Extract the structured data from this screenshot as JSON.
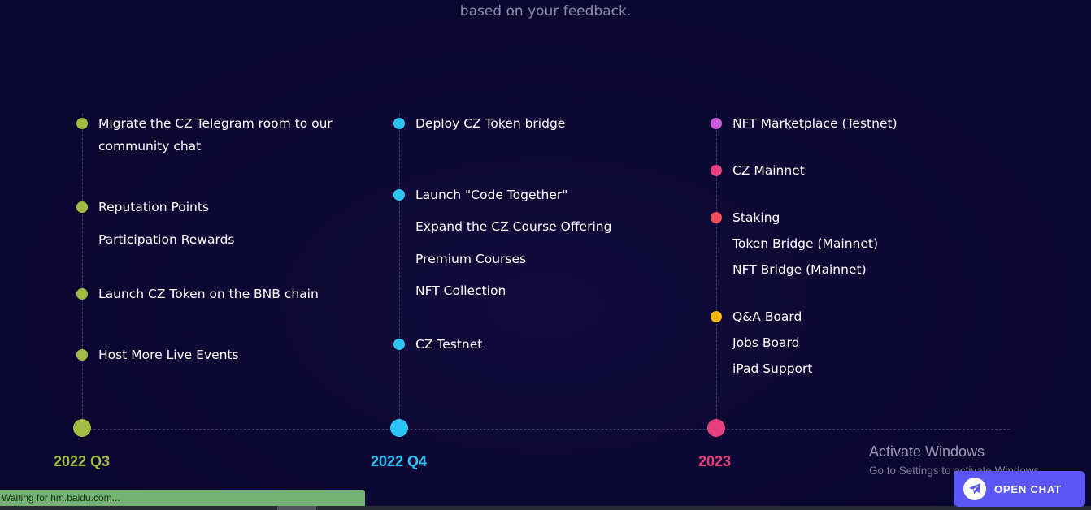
{
  "header": {
    "subtitle": "based on your feedback."
  },
  "timeline": {
    "columns": [
      {
        "label": "2022 Q3",
        "color": "#a2bb41",
        "groups": [
          {
            "dot_color": "#a2bb41",
            "lines": [
              "Migrate the CZ Telegram room to our",
              "community chat"
            ]
          },
          {
            "dot_color": "#a2bb41",
            "lines": [
              "Reputation Points",
              "Participation Rewards"
            ]
          },
          {
            "dot_color": "#a2bb41",
            "lines": [
              "Launch CZ Token on the BNB chain"
            ]
          },
          {
            "dot_color": "#a2bb41",
            "lines": [
              "Host More Live Events"
            ]
          }
        ]
      },
      {
        "label": "2022 Q4",
        "color": "#2cc4f5",
        "groups": [
          {
            "dot_color": "#2cc4f5",
            "lines": [
              "Deploy CZ Token bridge"
            ]
          },
          {
            "dot_color": "#2cc4f5",
            "lines": [
              "Launch \"Code Together\"",
              "Expand the CZ Course Offering",
              "Premium Courses",
              "NFT Collection"
            ]
          },
          {
            "dot_color": "#2cc4f5",
            "lines": [
              "CZ Testnet"
            ]
          }
        ]
      },
      {
        "label": "2023",
        "color": "#e6407f",
        "groups": [
          {
            "dot_color": "#c65de0",
            "lines": [
              "NFT Marketplace (Testnet)"
            ]
          },
          {
            "dot_color": "#e6407f",
            "lines": [
              "CZ Mainnet"
            ]
          },
          {
            "dot_color": "#ef4f5a",
            "lines": [
              "Staking",
              "Token Bridge (Mainnet)",
              "NFT Bridge (Mainnet)"
            ]
          },
          {
            "dot_color": "#f5b70a",
            "lines": [
              "Q&A Board",
              "Jobs Board",
              "iPad Support"
            ]
          }
        ]
      }
    ]
  },
  "watermark": {
    "title": "Activate Windows",
    "subtitle": "Go to Settings to activate Windows."
  },
  "statusbar": {
    "text": "Waiting for hm.baidu.com..."
  },
  "chat": {
    "label": "OPEN CHAT",
    "icon": "telegram-plane-icon",
    "color": "#5a57f5"
  }
}
